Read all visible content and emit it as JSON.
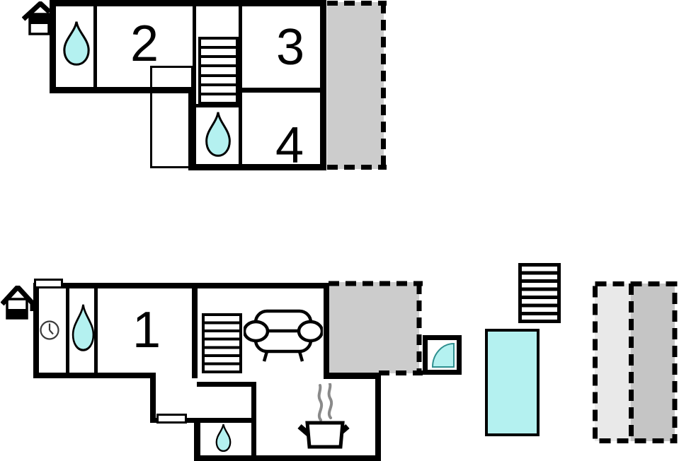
{
  "plan": {
    "floors": [
      {
        "id": "upper-floor",
        "level_icon": "house-upper-level-icon",
        "rooms": [
          {
            "label": "2"
          },
          {
            "label": "3"
          },
          {
            "label": "4"
          }
        ],
        "features": [
          "water-drop-icon",
          "staircase-icon",
          "water-drop-icon",
          "terrace-area"
        ]
      },
      {
        "id": "ground-floor",
        "level_icon": "house-lower-level-icon",
        "rooms": [
          {
            "label": "1"
          }
        ],
        "features": [
          "clock-icon",
          "water-drop-icon",
          "staircase-icon",
          "sofa-icon",
          "stove-icon",
          "water-drop-icon",
          "terrace-area",
          "shower-pan-icon",
          "door-marker",
          "door-marker"
        ]
      }
    ],
    "outdoor": [
      "staircase-icon",
      "swimming-pool",
      "patio-area-light",
      "patio-area-dark"
    ]
  },
  "colors": {
    "wall": "#000000",
    "water": "#b4f1f0",
    "terrace_gray": "#cccccc",
    "patio_light_gray": "#e9e9e9",
    "patio_dark_gray": "#c5c5c5",
    "steam_gray": "#8a8a8a",
    "shower_pan_border": "#2e8f8f",
    "room_fill": "#ffffff"
  }
}
